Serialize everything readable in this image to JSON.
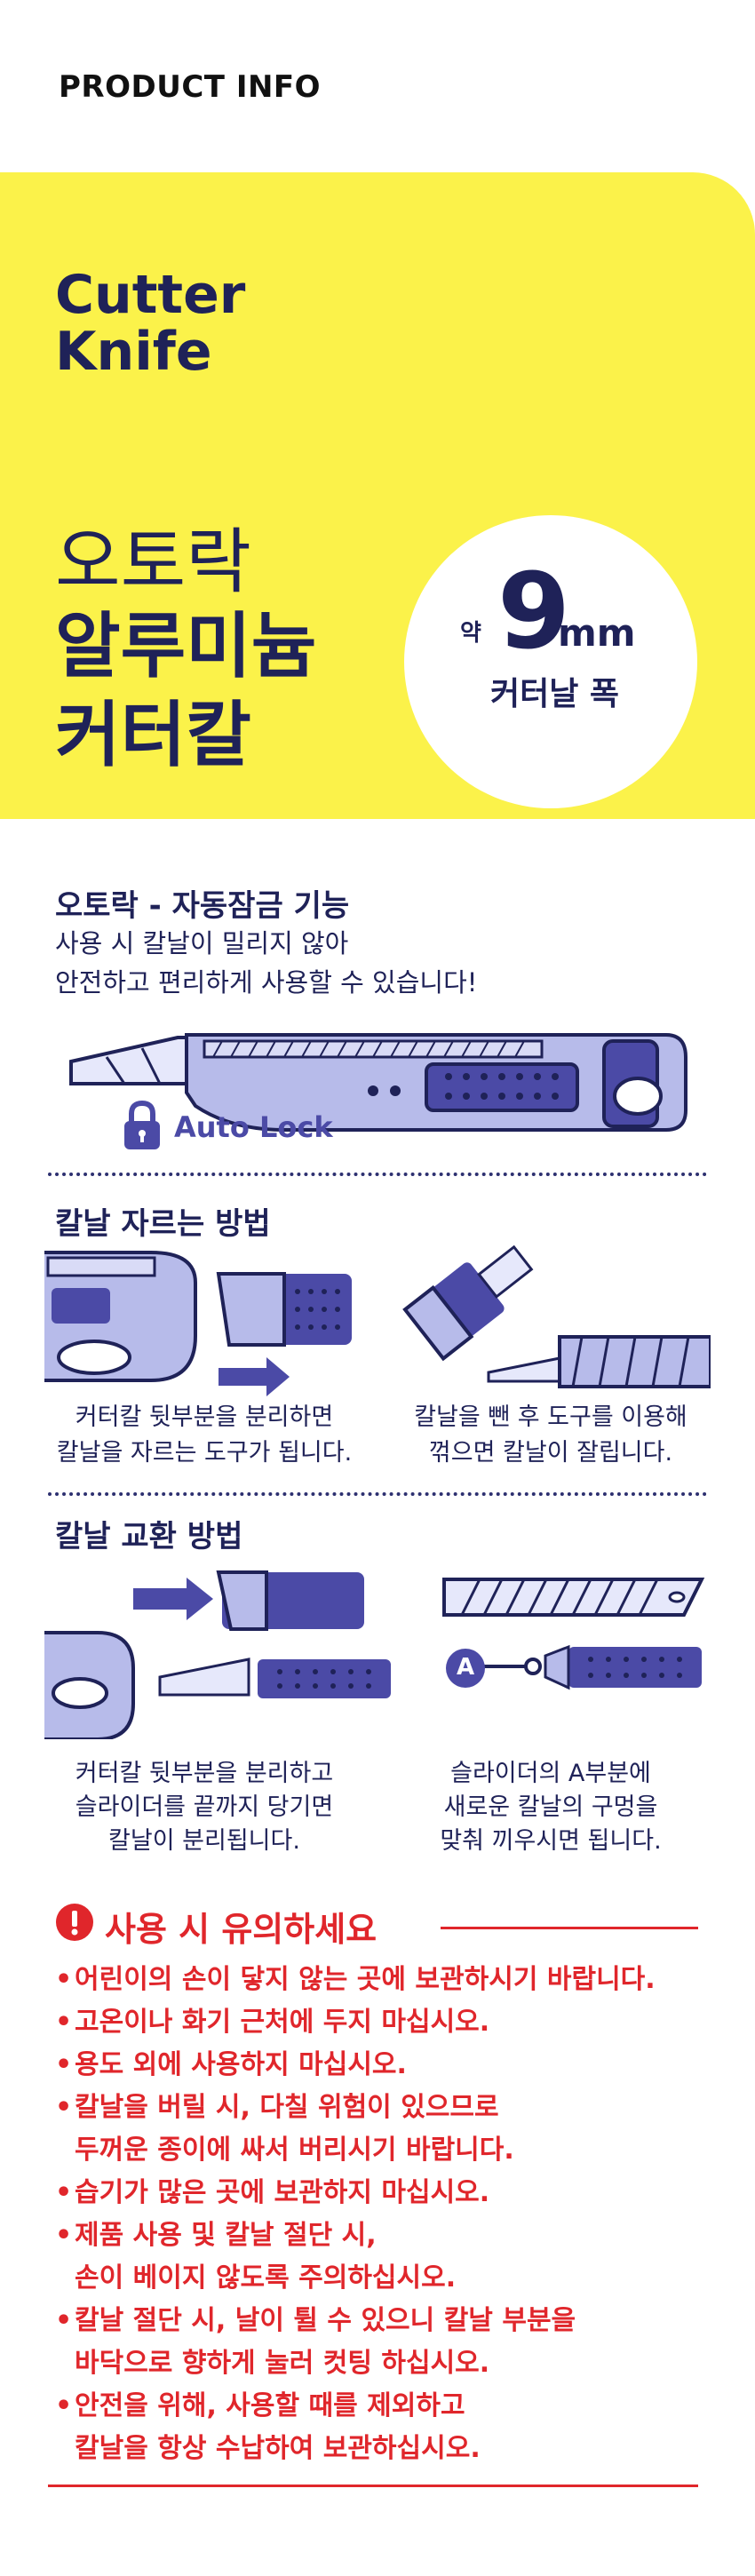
{
  "header": {
    "label": "PRODUCT INFO"
  },
  "hero": {
    "title_en_line1": "Cutter",
    "title_en_line2": "Knife",
    "title_ko_line1": "오토락",
    "title_ko_line2": "알루미늄",
    "title_ko_line3": "커터칼",
    "badge": {
      "approx": "약",
      "number": "9",
      "unit": "mm",
      "label": "커터날 폭"
    }
  },
  "autolock": {
    "title": "오토락 - 자동잠금 기능",
    "desc_line1": "사용 시 칼날이 밀리지 않아",
    "desc_line2": "안전하고 편리하게 사용할 수 있습니다!",
    "badge_text": "Auto Lock"
  },
  "cutting": {
    "title": "칼날 자르는 방법",
    "left_line1": "커터칼 뒷부분을 분리하면",
    "left_line2": "칼날을 자르는 도구가 됩니다.",
    "right_line1": "칼날을 뺀 후 도구를 이용해",
    "right_line2": "꺾으면 칼날이 잘립니다."
  },
  "replace": {
    "title": "칼날 교환 방법",
    "left_line1": "커터칼 뒷부분을 분리하고",
    "left_line2": "슬라이더를 끝까지 당기면",
    "left_line3": "칼날이 분리됩니다.",
    "right_line1": "슬라이더의 A부분에",
    "right_line2": "새로운 칼날의 구멍을",
    "right_line3": "맞춰 끼우시면 됩니다.",
    "marker": "A"
  },
  "caution": {
    "title": "사용 시 유의하세요",
    "items": [
      [
        "어린이의 손이 닿지 않는 곳에 보관하시기 바랍니다."
      ],
      [
        "고온이나 화기 근처에 두지 마십시오."
      ],
      [
        "용도 외에 사용하지 마십시오."
      ],
      [
        "칼날을 버릴 시, 다칠 위험이 있으므로",
        "두꺼운 종이에 싸서 버리시기 바랍니다."
      ],
      [
        "습기가 많은 곳에 보관하지 마십시오."
      ],
      [
        "제품 사용 및 칼날 절단 시,",
        "손이 베이지 않도록 주의하십시오."
      ],
      [
        "칼날 절단 시, 날이 튈 수 있으니 칼날 부분을",
        "바닥으로 향하게 눌러 컷팅 하십시오."
      ],
      [
        "안전을 위해, 사용할 때를 제외하고",
        "칼날을 항상 수납하여 보관하십시오."
      ]
    ]
  },
  "colors": {
    "navy": "#1f2258",
    "yellow": "#fbf24a",
    "lavender": "#b7bbea",
    "purple": "#4b4aa6",
    "red": "#e0262b"
  }
}
